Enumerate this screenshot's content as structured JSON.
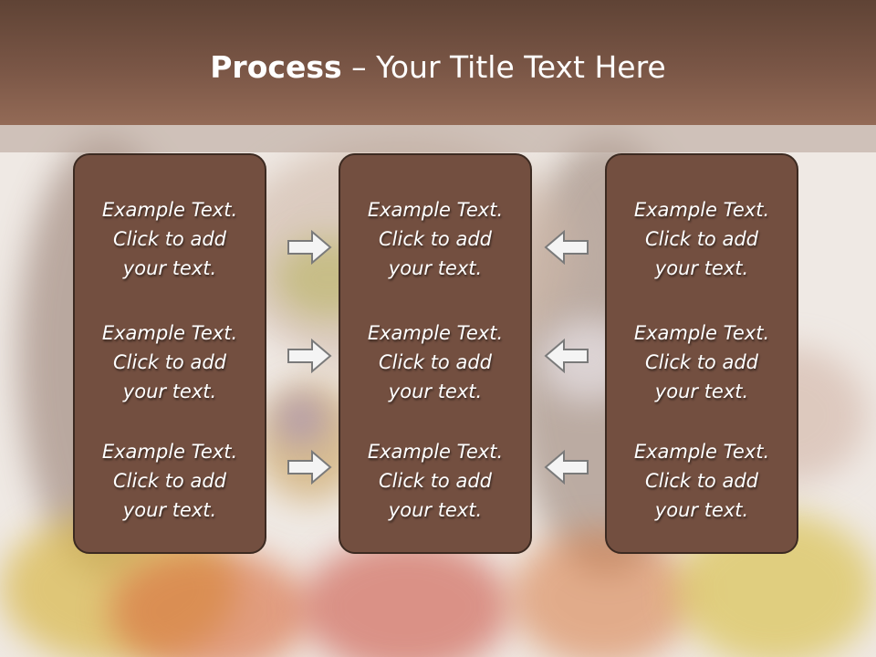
{
  "title": {
    "bold": "Process",
    "dash": " – ",
    "rest": "Your Title Text Here"
  },
  "columns": [
    {
      "items": [
        {
          "line1": "Example Text.",
          "line2": "Click  to add",
          "line3": "your text."
        },
        {
          "line1": "Example Text.",
          "line2": "Click  to add",
          "line3": "your text."
        },
        {
          "line1": "Example Text.",
          "line2": "Click  to add",
          "line3": "your text."
        }
      ]
    },
    {
      "items": [
        {
          "line1": "Example Text.",
          "line2": "Click  to add",
          "line3": "your text."
        },
        {
          "line1": "Example Text.",
          "line2": "Click  to add",
          "line3": "your text."
        },
        {
          "line1": "Example Text.",
          "line2": "Click  to add",
          "line3": "your text."
        }
      ]
    },
    {
      "items": [
        {
          "line1": "Example Text.",
          "line2": "Click  to add",
          "line3": "your text."
        },
        {
          "line1": "Example Text.",
          "line2": "Click  to add",
          "line3": "your text."
        },
        {
          "line1": "Example Text.",
          "line2": "Click  to add",
          "line3": "your text."
        }
      ]
    }
  ],
  "arrows": {
    "left_group": "right-arrow-icon",
    "right_group": "left-arrow-icon"
  },
  "colors": {
    "header": "#7a5646",
    "box": "#734f40",
    "box_border": "#3c2a21",
    "text": "#ffffff"
  }
}
